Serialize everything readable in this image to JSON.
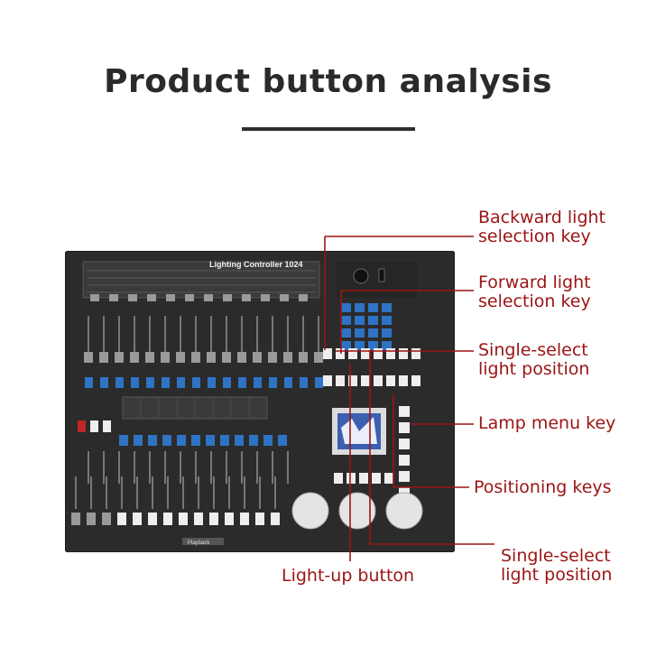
{
  "page": {
    "title": "Product button analysis"
  },
  "device": {
    "name": "Lighting Controller 1024",
    "footer_label": "Playback"
  },
  "callouts": [
    {
      "id": "backward",
      "line1": "Backward light",
      "line2": "selection key"
    },
    {
      "id": "forward",
      "line1": "Forward light",
      "line2": "selection key"
    },
    {
      "id": "single_top",
      "line1": "Single-select",
      "line2": "light position"
    },
    {
      "id": "lamp_menu",
      "line1": "Lamp menu key"
    },
    {
      "id": "positioning",
      "line1": "Positioning keys"
    },
    {
      "id": "single_bottom",
      "line1": "Single-select",
      "line2": "light position"
    },
    {
      "id": "light_up",
      "line1": "Light-up button"
    }
  ],
  "colors": {
    "accent": "#9b1414",
    "panel": "#2b2b2b",
    "key_blue": "#2f73c4",
    "key_red": "#c0262a",
    "key_white": "#eeeeee",
    "key_gray": "#9a9a9a"
  }
}
